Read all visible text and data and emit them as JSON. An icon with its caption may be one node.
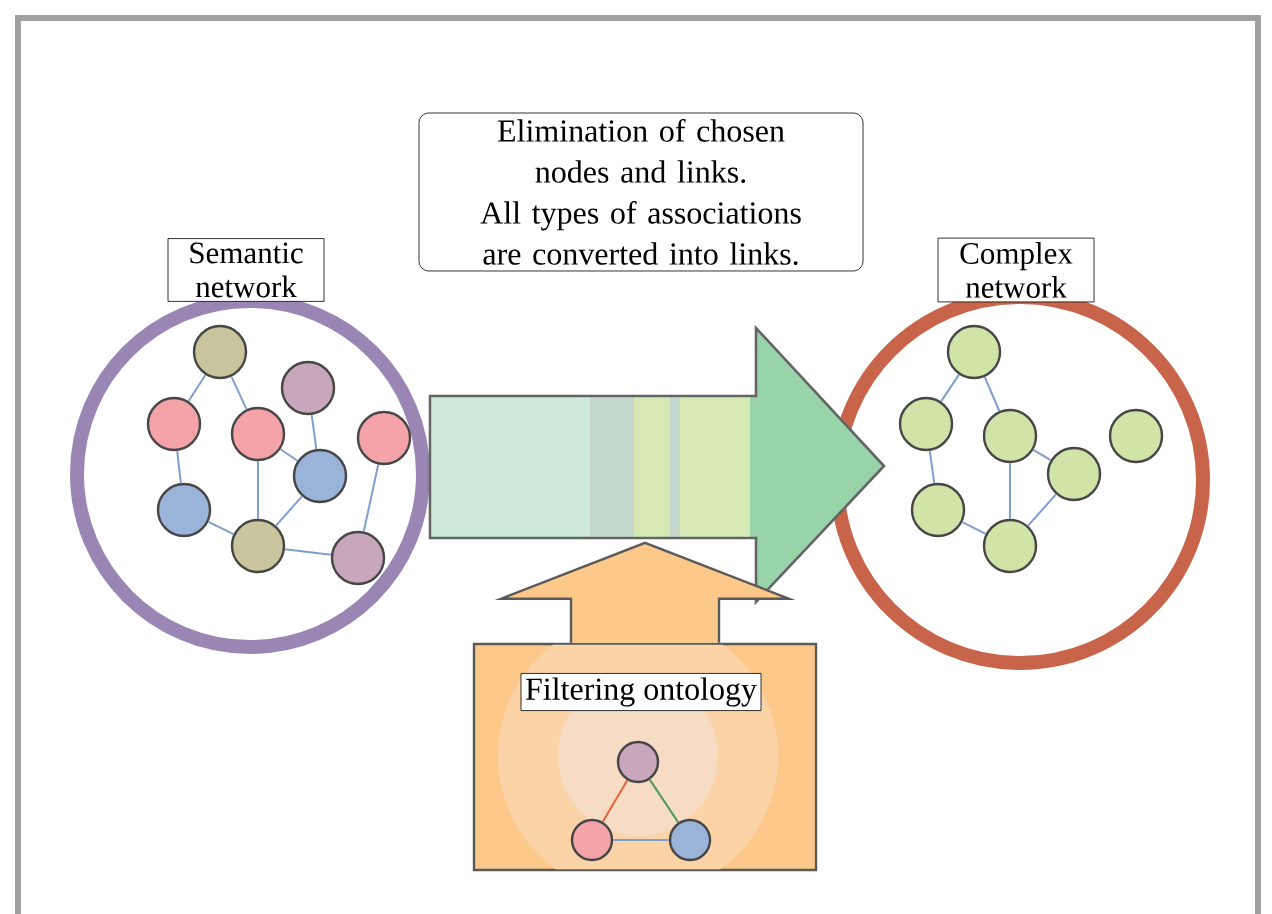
{
  "diagram": {
    "nodes": [
      {
        "text": [
          "Semantic network"
        ]
      },
      {
        "text": [
          "Complex network"
        ]
      },
      {
        "text": [
          "Elimination of chosen nodes and links.",
          "All types of associations are converted into links."
        ]
      },
      {
        "text": [
          "Filtering ontology"
        ]
      },
      {
        "text": [],
        "shape": "circle",
        "in": 0
      },
      {
        "text": [],
        "shape": "circle",
        "in": 0
      },
      {
        "text": [],
        "shape": "circle",
        "in": 0
      },
      {
        "text": [],
        "shape": "circle",
        "in": 0
      },
      {
        "text": [],
        "shape": "circle",
        "in": 0
      },
      {
        "text": [],
        "shape": "circle",
        "in": 0
      },
      {
        "text": [],
        "shape": "circle",
        "in": 0
      },
      {
        "text": [],
        "shape": "circle",
        "in": 0
      },
      {
        "text": [],
        "shape": "circle",
        "in": 0
      },
      {
        "text": [],
        "shape": "circle",
        "in": 1
      },
      {
        "text": [],
        "shape": "circle",
        "in": 1
      },
      {
        "text": [],
        "shape": "circle",
        "in": 1
      },
      {
        "text": [],
        "shape": "circle",
        "in": 1
      },
      {
        "text": [],
        "shape": "circle",
        "in": 1
      },
      {
        "text": [],
        "shape": "circle",
        "in": 1
      },
      {
        "text": [],
        "shape": "circle",
        "in": 1
      },
      {
        "text": [],
        "shape": "circle",
        "in": 3
      },
      {
        "text": [],
        "shape": "circle",
        "in": 3
      },
      {
        "text": [],
        "shape": "circle",
        "in": 3
      }
    ],
    "edges": [
      {
        "from": 0,
        "to": 1,
        "arrow": "to",
        "style": "thick",
        "color": "#98d3aa"
      },
      {
        "from": 3,
        "to": null,
        "arrow": "to",
        "style": "thick",
        "color": "#fdc98a"
      },
      {
        "from": 4,
        "to": 6,
        "arrow": "none"
      },
      {
        "from": 4,
        "to": 7,
        "arrow": "none"
      },
      {
        "from": 5,
        "to": 9,
        "arrow": "none"
      },
      {
        "from": 7,
        "to": 9,
        "arrow": "none"
      },
      {
        "from": 7,
        "to": 11,
        "arrow": "none"
      },
      {
        "from": 6,
        "to": 10,
        "arrow": "none"
      },
      {
        "from": 10,
        "to": 11,
        "arrow": "none"
      },
      {
        "from": 11,
        "to": 9,
        "arrow": "none"
      },
      {
        "from": 11,
        "to": 12,
        "arrow": "none"
      },
      {
        "from": 12,
        "to": 8,
        "arrow": "none"
      },
      {
        "from": 13,
        "to": 14,
        "arrow": "none"
      },
      {
        "from": 13,
        "to": 15,
        "arrow": "none"
      },
      {
        "from": 14,
        "to": 18,
        "arrow": "none"
      },
      {
        "from": 18,
        "to": 19,
        "arrow": "none"
      },
      {
        "from": 15,
        "to": 19,
        "arrow": "none"
      },
      {
        "from": 15,
        "to": 17,
        "arrow": "none"
      },
      {
        "from": 19,
        "to": 17,
        "arrow": "none"
      },
      {
        "from": 20,
        "to": 21,
        "arrow": "none",
        "color": "#e8603c"
      },
      {
        "from": 20,
        "to": 22,
        "arrow": "none",
        "color": "#4f9a5a"
      },
      {
        "from": 21,
        "to": 22,
        "arrow": "none"
      }
    ]
  }
}
